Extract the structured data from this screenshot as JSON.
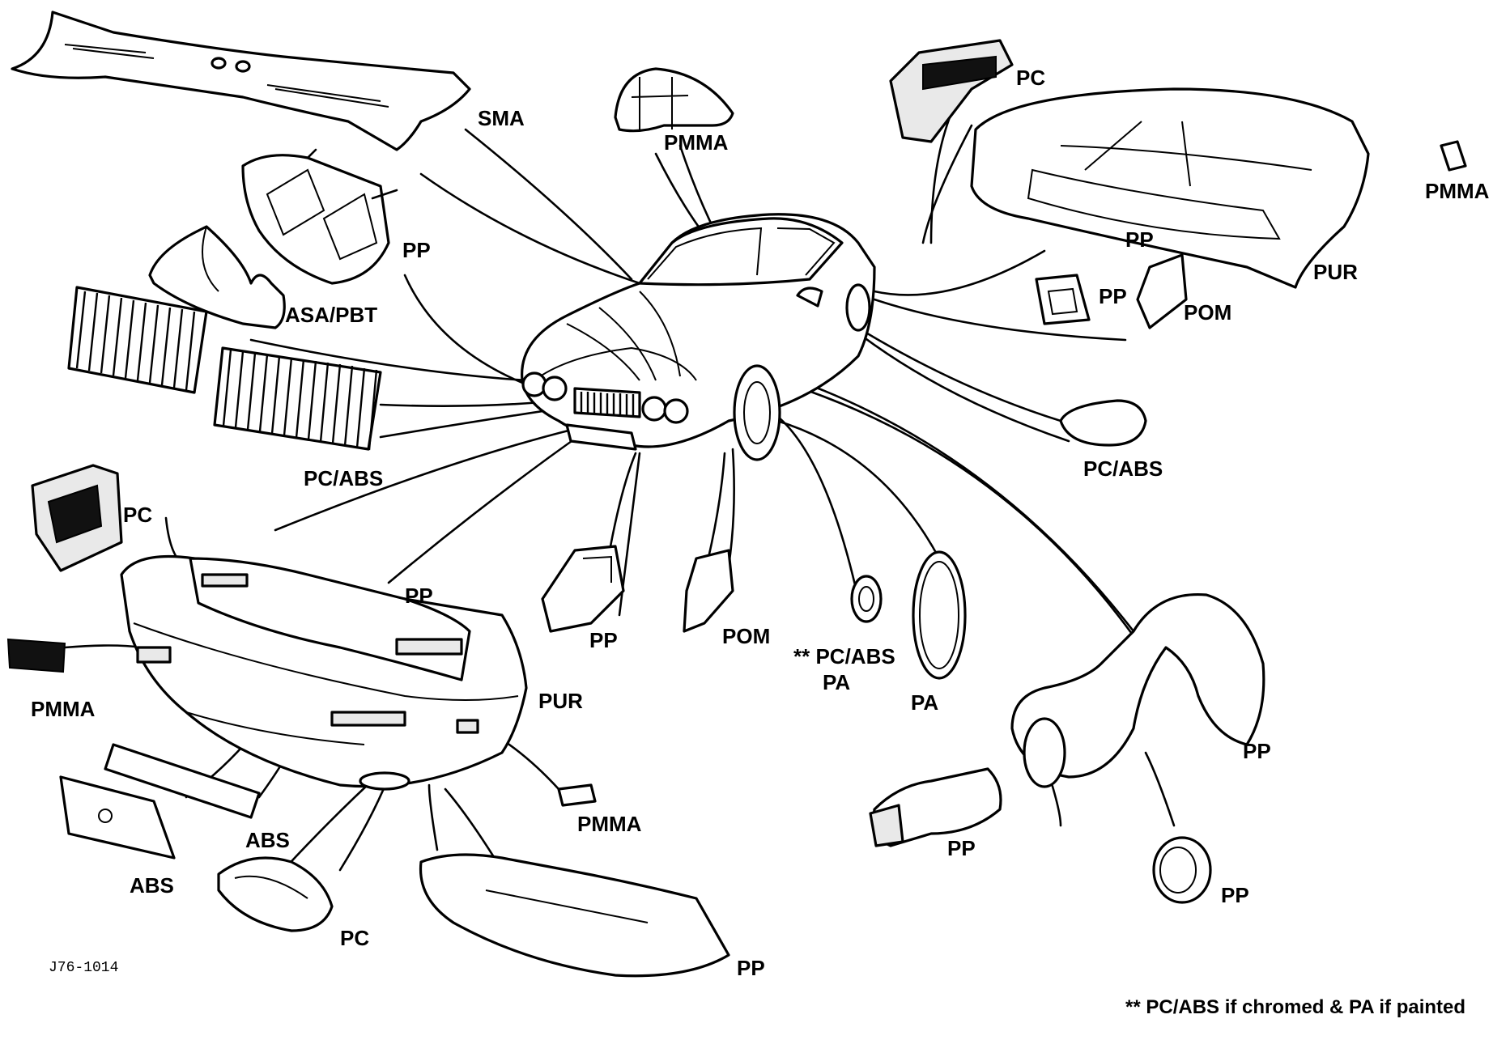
{
  "diagram": {
    "ref_code": "J76-1014",
    "footnote": "** PC/ABS if chromed & PA if painted",
    "labels": {
      "sma": "SMA",
      "pmma_top": "PMMA",
      "pc_top_right": "PC",
      "pmma_right": "PMMA",
      "pp_headlamp": "PP",
      "asa_pbt": "ASA/PBT",
      "pp_rear_bumper": "PP",
      "pur_rear": "PUR",
      "pp_small": "PP",
      "pom_small": "POM",
      "pc_abs_grille": "PC/ABS",
      "pc_abs_mirror": "PC/ABS",
      "pc_front": "PC",
      "pp_front_bumper": "PP",
      "pp_bracket": "PP",
      "pom_bracket": "POM",
      "pc_abs_badge": "** PC/ABS",
      "pa_badge": "PA",
      "pa_wheel": "PA",
      "pmma_left": "PMMA",
      "pur_front": "PUR",
      "pp_wheel_arch": "PP",
      "pp_duct": "PP",
      "pp_duct_end": "PP",
      "pmma_bottom": "PMMA",
      "abs_strip": "ABS",
      "abs_plate": "ABS",
      "pc_lamp": "PC",
      "pp_undertray": "PP"
    }
  }
}
